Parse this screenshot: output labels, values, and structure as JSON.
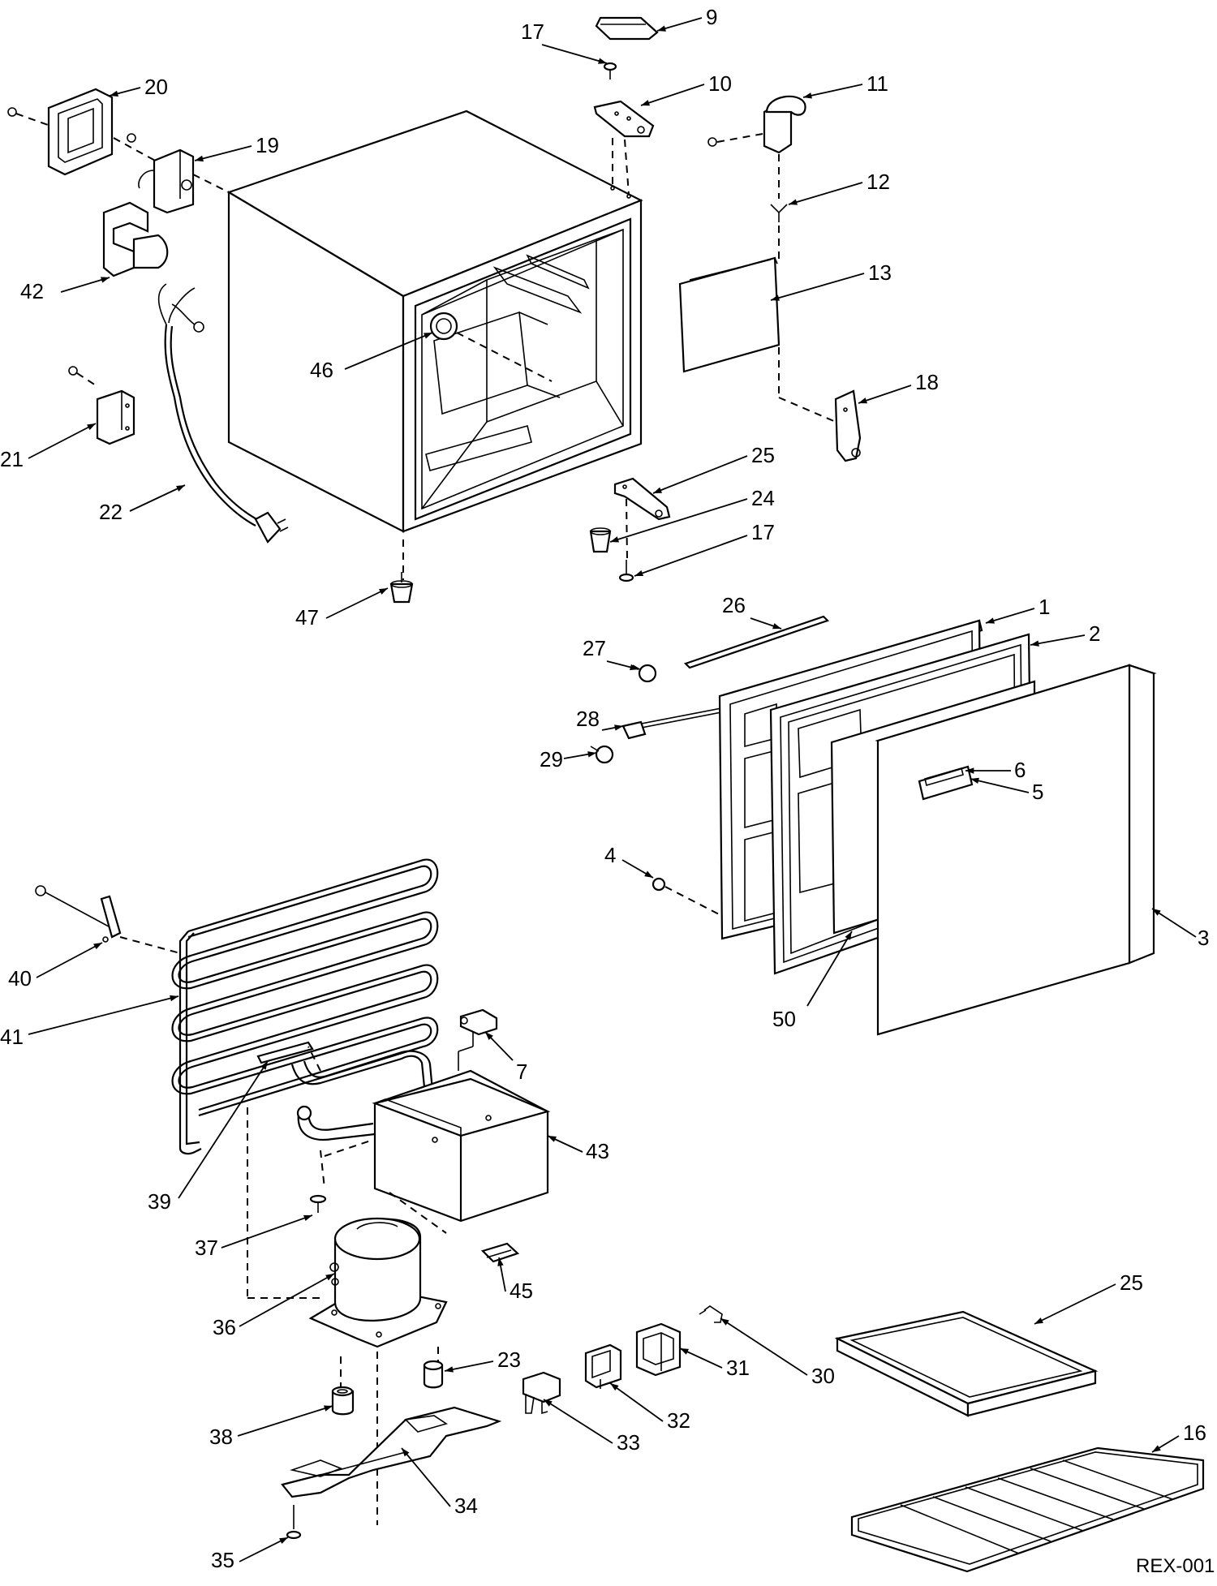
{
  "drawing_code": "REX-001",
  "callouts": [
    {
      "id": "c1",
      "text": "1"
    },
    {
      "id": "c2",
      "text": "2"
    },
    {
      "id": "c3",
      "text": "3"
    },
    {
      "id": "c4",
      "text": "4"
    },
    {
      "id": "c5",
      "text": "5"
    },
    {
      "id": "c6",
      "text": "6"
    },
    {
      "id": "c7",
      "text": "7"
    },
    {
      "id": "c9",
      "text": "9"
    },
    {
      "id": "c10",
      "text": "10"
    },
    {
      "id": "c11",
      "text": "11"
    },
    {
      "id": "c12",
      "text": "12"
    },
    {
      "id": "c13",
      "text": "13"
    },
    {
      "id": "c16",
      "text": "16"
    },
    {
      "id": "c17a",
      "text": "17"
    },
    {
      "id": "c17b",
      "text": "17"
    },
    {
      "id": "c18",
      "text": "18"
    },
    {
      "id": "c19",
      "text": "19"
    },
    {
      "id": "c20",
      "text": "20"
    },
    {
      "id": "c21",
      "text": "21"
    },
    {
      "id": "c22",
      "text": "22"
    },
    {
      "id": "c23",
      "text": "23"
    },
    {
      "id": "c24",
      "text": "24"
    },
    {
      "id": "c25a",
      "text": "25"
    },
    {
      "id": "c25b",
      "text": "25"
    },
    {
      "id": "c26",
      "text": "26"
    },
    {
      "id": "c27",
      "text": "27"
    },
    {
      "id": "c28",
      "text": "28"
    },
    {
      "id": "c29",
      "text": "29"
    },
    {
      "id": "c30",
      "text": "30"
    },
    {
      "id": "c31",
      "text": "31"
    },
    {
      "id": "c32",
      "text": "32"
    },
    {
      "id": "c33",
      "text": "33"
    },
    {
      "id": "c34",
      "text": "34"
    },
    {
      "id": "c35",
      "text": "35"
    },
    {
      "id": "c36",
      "text": "36"
    },
    {
      "id": "c37",
      "text": "37"
    },
    {
      "id": "c38",
      "text": "38"
    },
    {
      "id": "c39",
      "text": "39"
    },
    {
      "id": "c40",
      "text": "40"
    },
    {
      "id": "c41",
      "text": "41"
    },
    {
      "id": "c42",
      "text": "42"
    },
    {
      "id": "c43",
      "text": "43"
    },
    {
      "id": "c45",
      "text": "45"
    },
    {
      "id": "c46",
      "text": "46"
    },
    {
      "id": "c47",
      "text": "47"
    },
    {
      "id": "c50",
      "text": "50"
    }
  ]
}
